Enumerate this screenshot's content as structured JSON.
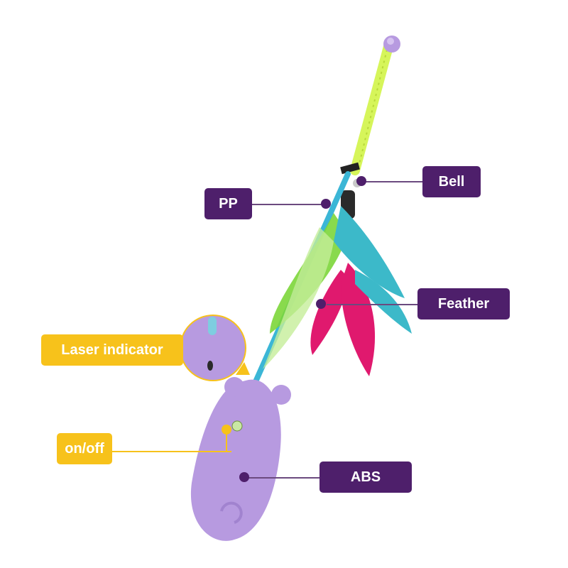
{
  "image": {
    "subject": "cat-teaser-wand-with-laser-mouse-handle",
    "colors": {
      "label_purple": "#4e1f6b",
      "label_yellow": "#f7c21b",
      "handle_lavender": "#b79ae0",
      "rod_blue": "#3bb6d6",
      "wrap_green": "#d6f55a",
      "feather_pink": "#e0196e",
      "feather_teal": "#3cb9c9",
      "feather_green": "#7cd63a"
    }
  },
  "callouts": {
    "pp": "PP",
    "bell": "Bell",
    "feather": "Feather",
    "laser_indicator": "Laser indicator",
    "on_off": "on/off",
    "abs": "ABS"
  }
}
